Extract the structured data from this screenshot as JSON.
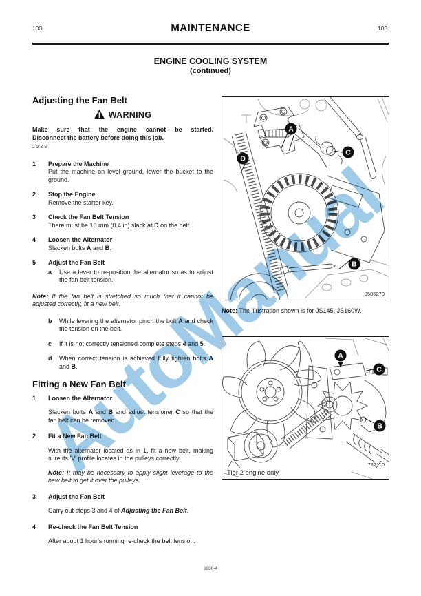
{
  "header": {
    "left_page_num": "103",
    "title": "MAINTENANCE",
    "right_page_num": "103"
  },
  "section": {
    "title": "ENGINE COOLING SYSTEM",
    "subtitle": "(continued)"
  },
  "adjusting": {
    "heading": "Adjusting the Fan Belt",
    "warning_label": "WARNING",
    "warning_line1": "Make sure that the engine cannot be started.",
    "warning_line2": "Disconnect the battery before doing this job.",
    "ref_code": "2-3-3-5",
    "steps": [
      {
        "num": "1",
        "title": "Prepare the Machine",
        "body": [
          {
            "t": "Put the machine on level ground, lower the bucket to the ground."
          }
        ]
      },
      {
        "num": "2",
        "title": "Stop the Engine",
        "body": [
          {
            "t": "Remove the starter key."
          }
        ]
      },
      {
        "num": "3",
        "title": "Check the Fan Belt Tension",
        "body": [
          {
            "t": "There must be 10 mm (0.4 in) slack at "
          },
          {
            "t": "D",
            "b": 1
          },
          {
            "t": " on the belt."
          }
        ]
      },
      {
        "num": "4",
        "title": "Loosen the Alternator",
        "body": [
          {
            "t": "Slacken bolts "
          },
          {
            "t": "A",
            "b": 1
          },
          {
            "t": " and "
          },
          {
            "t": "B",
            "b": 1
          },
          {
            "t": "."
          }
        ]
      },
      {
        "num": "5",
        "title": "Adjust the Fan Belt",
        "body": []
      }
    ],
    "substep_a": {
      "letter": "a",
      "body": [
        {
          "t": "Use a lever to re-position the alternator so as to adjust the fan belt tension."
        }
      ]
    },
    "note": [
      {
        "t": "Note:",
        "b": 1,
        "i": 1
      },
      {
        "t": "  If the fan belt is stretched so much that it cannot be adjusted correctly, fit a new belt.",
        "i": 1
      }
    ],
    "substeps": [
      {
        "letter": "b",
        "body": [
          {
            "t": "While levering the alternator pinch the bolt "
          },
          {
            "t": "A",
            "b": 1
          },
          {
            "t": " and check the tension on the belt."
          }
        ]
      },
      {
        "letter": "c",
        "body": [
          {
            "t": "If it is not correctly tensioned complete steps "
          },
          {
            "t": "4",
            "b": 1
          },
          {
            "t": " and "
          },
          {
            "t": "5",
            "b": 1
          },
          {
            "t": "."
          }
        ]
      },
      {
        "letter": "d",
        "body": [
          {
            "t": "When correct tension is achieved fully tighten bolts "
          },
          {
            "t": "A",
            "b": 1
          },
          {
            "t": " and "
          },
          {
            "t": "B",
            "b": 1
          },
          {
            "t": "."
          }
        ]
      }
    ]
  },
  "fitting": {
    "heading": "Fitting a New Fan Belt",
    "steps": [
      {
        "num": "1",
        "title": "Loosen the Alternator",
        "body": [
          {
            "t": "Slacken bolts "
          },
          {
            "t": "A",
            "b": 1
          },
          {
            "t": " and "
          },
          {
            "t": "B",
            "b": 1
          },
          {
            "t": " and adjust tensioner "
          },
          {
            "t": "C",
            "b": 1
          },
          {
            "t": " so that the fan belt can be removed."
          }
        ]
      },
      {
        "num": "2",
        "title": "Fit a New Fan Belt",
        "body": [
          {
            "t": "With the alternator located as in 1, fit a new belt, making sure its 'V' profile locates in the pulleys correctly."
          }
        ],
        "note": [
          {
            "t": "Note: ",
            "b": 1,
            "i": 1
          },
          {
            "t": "It may be necessary to apply slight leverage to the new belt to get it over the pulleys.",
            "i": 1
          }
        ]
      },
      {
        "num": "3",
        "title": "Adjust the Fan Belt",
        "body": [
          {
            "t": "Carry out steps 3 and 4 of "
          },
          {
            "t": "Adjusting the Fan Belt",
            "b": 1,
            "i": 1
          },
          {
            "t": "."
          }
        ]
      },
      {
        "num": "4",
        "title": "Re-check the Fan Belt Tension",
        "body": [
          {
            "t": "After about 1 hour's running re-check the belt tension."
          }
        ]
      }
    ]
  },
  "figures": {
    "fig1": {
      "code": "J505270",
      "labels": {
        "a": "A",
        "b": "B",
        "c": "C",
        "d": "D"
      },
      "note": [
        {
          "t": "Note: ",
          "b": 1
        },
        {
          "t": "The illustration shown is for JS145, JS160W."
        }
      ]
    },
    "fig2": {
      "code": "732110",
      "labels": {
        "a": "A",
        "b": "B",
        "c": "C"
      },
      "caption": "Tier 2 engine only"
    }
  },
  "footer": {
    "code": "6980-4"
  },
  "watermark": {
    "text": "AutoManual",
    "color": "#9fcbe9"
  }
}
